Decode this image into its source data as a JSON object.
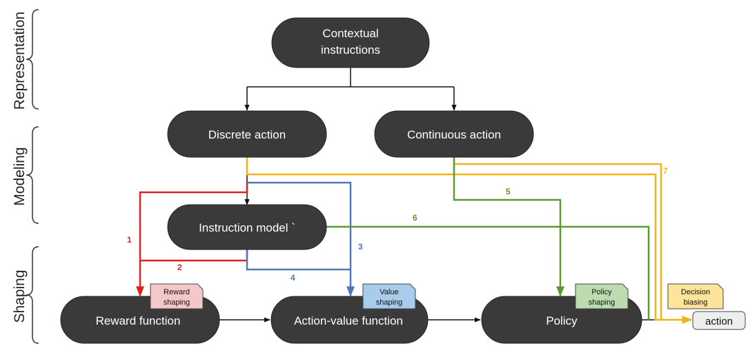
{
  "sections": {
    "representation": "Representation",
    "modeling": "Modeling",
    "shaping": "Shaping"
  },
  "nodes": {
    "contextual_line1": "Contextual",
    "contextual_line2": "instructions",
    "discrete": "Discrete action",
    "continuous": "Continuous action",
    "instruction_model": "Instruction model `",
    "reward_function": "Reward function",
    "action_value_function": "Action-value function",
    "policy": "Policy",
    "action": "action"
  },
  "tags": {
    "reward_shaping": [
      "Reward",
      "shaping"
    ],
    "value_shaping": [
      "Value",
      "shaping"
    ],
    "policy_shaping": [
      "Policy",
      "shaping"
    ],
    "decision_biasing": [
      "Decision",
      "biasing"
    ]
  },
  "path_numbers": {
    "p1": "1",
    "p2": "2",
    "p3": "3",
    "p4": "4",
    "p5": "5",
    "p6": "6",
    "p7": "7"
  },
  "colors": {
    "node_fill": "#3a3a3a",
    "red": "#e01f1f",
    "blue": "#4a78b8",
    "green": "#5a9a32",
    "yellow": "#f0b418",
    "black": "#111111",
    "reward_tag": "#f4c8c8",
    "value_tag": "#a8ccec",
    "policy_tag": "#bcdcb0",
    "decision_tag": "#fde49a",
    "action_box": "#eeeeee"
  }
}
